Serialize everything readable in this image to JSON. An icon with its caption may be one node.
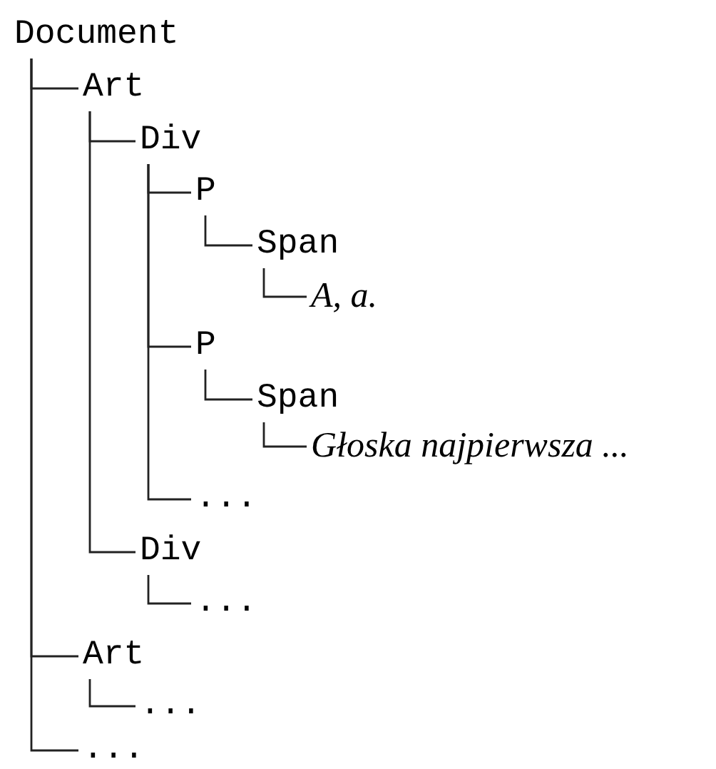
{
  "diagram": {
    "nodes": [
      {
        "text": [
          "Document"
        ]
      },
      {
        "text": [
          "Art"
        ]
      },
      {
        "text": [
          "Div"
        ]
      },
      {
        "text": [
          "P"
        ]
      },
      {
        "text": [
          "Span"
        ]
      },
      {
        "text": [
          "A, a."
        ]
      },
      {
        "text": [
          "P"
        ]
      },
      {
        "text": [
          "Span"
        ]
      },
      {
        "text": [
          "Głoska najpierwsza ..."
        ]
      },
      {
        "text": [
          "..."
        ]
      },
      {
        "text": [
          "Div"
        ]
      },
      {
        "text": [
          "..."
        ]
      },
      {
        "text": [
          "Art"
        ]
      },
      {
        "text": [
          "..."
        ]
      },
      {
        "text": [
          "..."
        ]
      }
    ],
    "edges": [
      {
        "from": 0,
        "to": 1,
        "arrow": "none"
      },
      {
        "from": 1,
        "to": 2,
        "arrow": "none"
      },
      {
        "from": 2,
        "to": 3,
        "arrow": "none"
      },
      {
        "from": 3,
        "to": 4,
        "arrow": "none"
      },
      {
        "from": 4,
        "to": 5,
        "arrow": "none"
      },
      {
        "from": 2,
        "to": 6,
        "arrow": "none"
      },
      {
        "from": 6,
        "to": 7,
        "arrow": "none"
      },
      {
        "from": 7,
        "to": 8,
        "arrow": "none"
      },
      {
        "from": 2,
        "to": 9,
        "arrow": "none"
      },
      {
        "from": 1,
        "to": 10,
        "arrow": "none"
      },
      {
        "from": 10,
        "to": 11,
        "arrow": "none"
      },
      {
        "from": 0,
        "to": 12,
        "arrow": "none"
      },
      {
        "from": 12,
        "to": 13,
        "arrow": "none"
      },
      {
        "from": 0,
        "to": 14,
        "arrow": "none"
      }
    ]
  }
}
